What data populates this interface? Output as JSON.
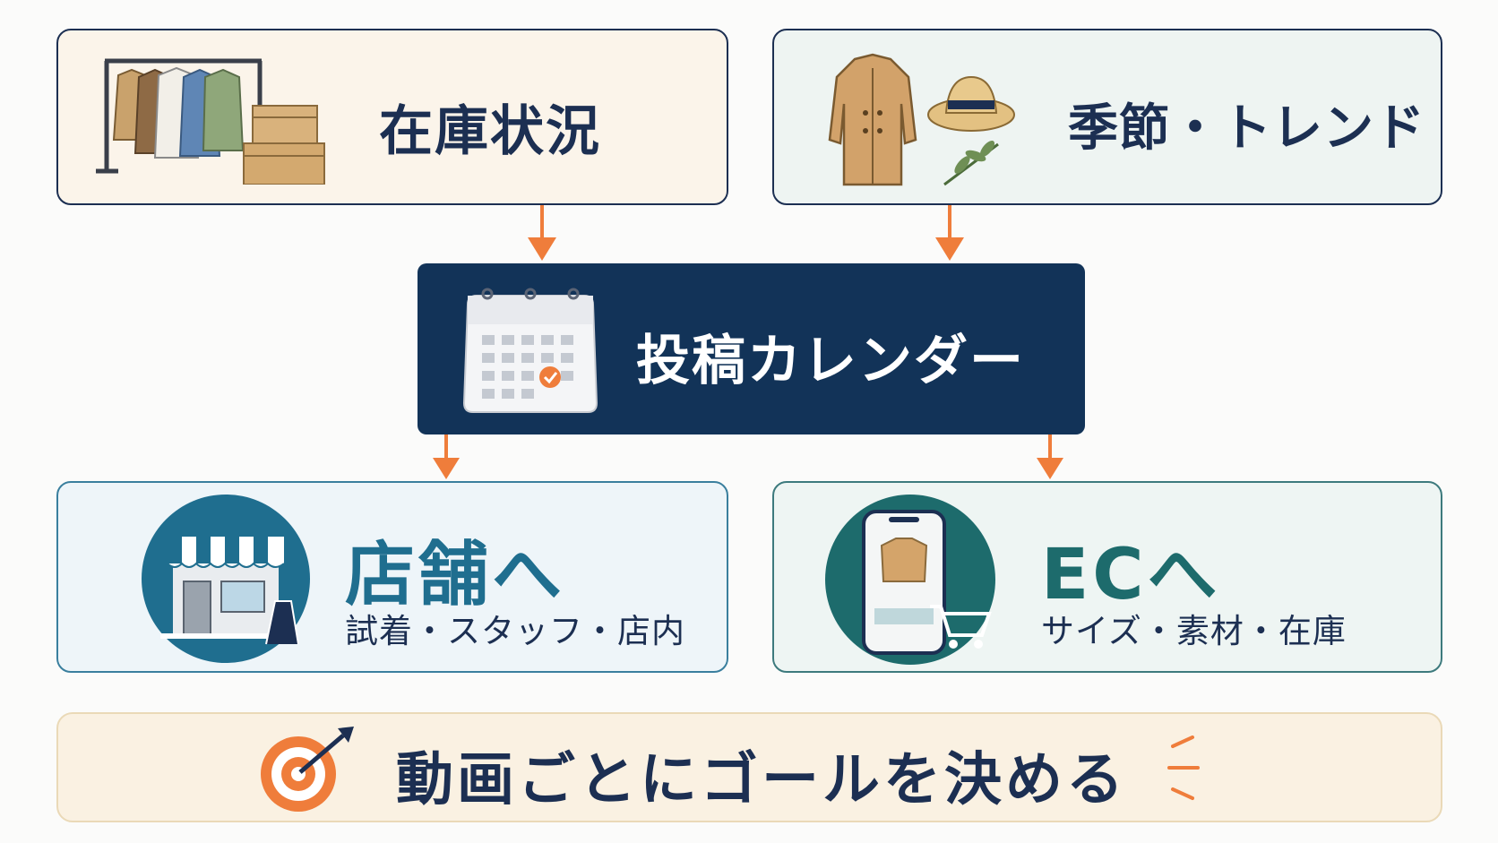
{
  "colors": {
    "navy": "#1c2f52",
    "calendar_bg": "#123358",
    "arrow": "#ef7d3b",
    "store_accent": "#1f6e8f",
    "ec_accent": "#1d6b6c"
  },
  "inventory": {
    "title": "在庫状況",
    "icon": "clothing-rack-boxes-icon"
  },
  "season": {
    "title": "季節・トレンド",
    "icon": "coat-hat-leaf-icon"
  },
  "calendar": {
    "title": "投稿カレンダー",
    "icon": "calendar-check-icon"
  },
  "store": {
    "title": "店舗へ",
    "subtitle": "試着・スタッフ・店内",
    "icon": "storefront-icon"
  },
  "ec": {
    "title": "ECへ",
    "subtitle": "サイズ・素材・在庫",
    "icon": "smartphone-cart-icon"
  },
  "goal": {
    "title": "動画ごとにゴールを決める",
    "icon": "target-arrow-icon"
  }
}
